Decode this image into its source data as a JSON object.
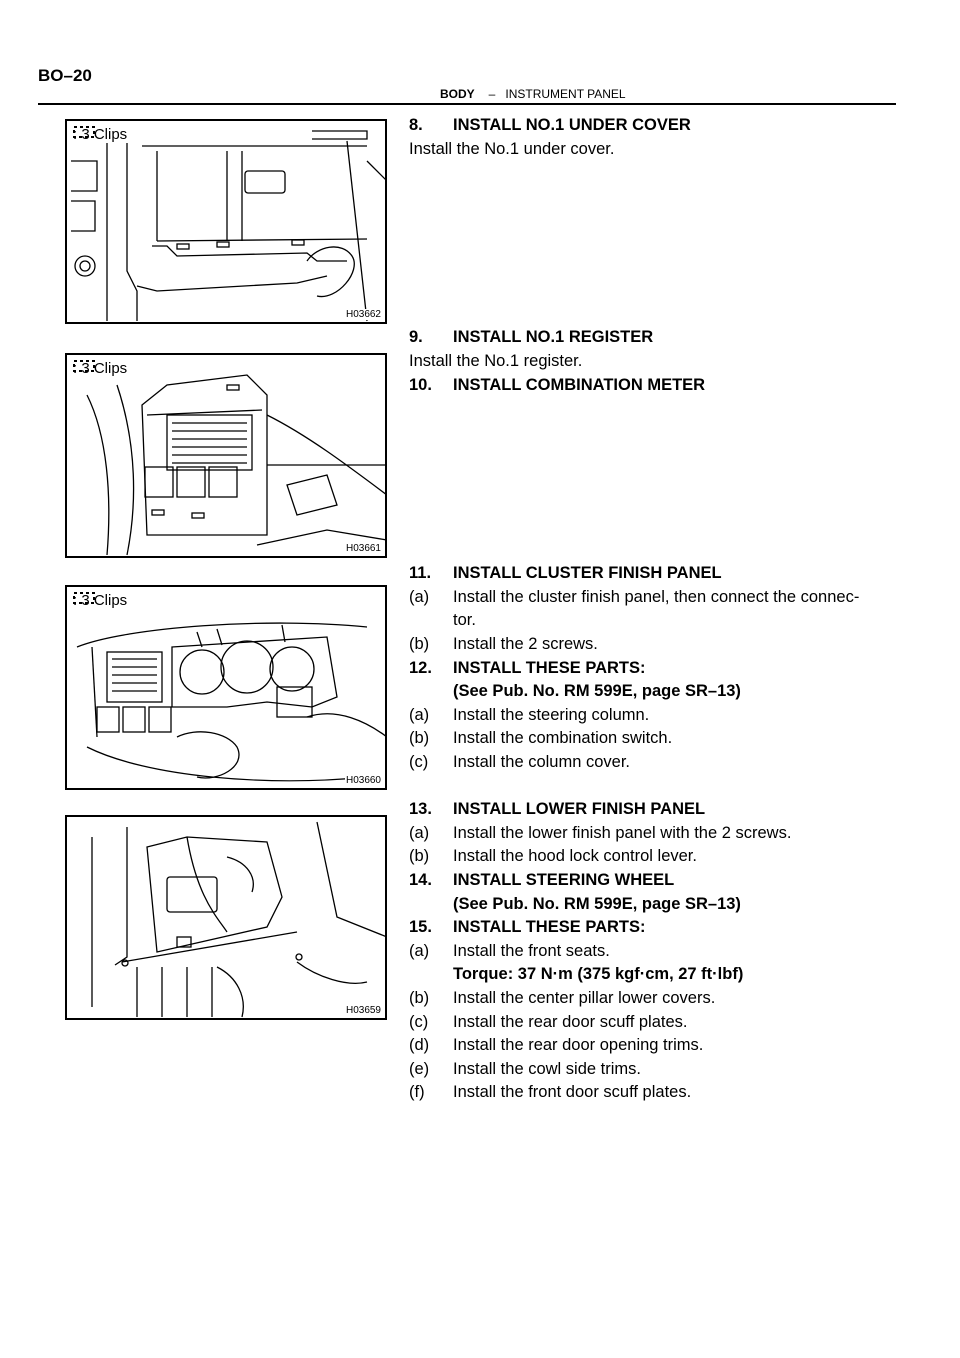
{
  "header": {
    "page_number": "BO–20",
    "section": "BODY",
    "separator": "–",
    "subsection": "INSTRUMENT PANEL"
  },
  "figures": [
    {
      "legend": ": 3 Clips",
      "code": "H03662"
    },
    {
      "legend": ": 3 Clips",
      "code": "H03661"
    },
    {
      "legend": ": 3 Clips",
      "code": "H03660"
    },
    {
      "legend": "",
      "code": "H03659"
    }
  ],
  "steps": {
    "s8": {
      "num": "8.",
      "title": "INSTALL NO.1 UNDER COVER",
      "text": "Install the No.1 under cover."
    },
    "s9": {
      "num": "9.",
      "title": "INSTALL NO.1 REGISTER",
      "text": "Install the No.1 register."
    },
    "s10": {
      "num": "10.",
      "title": "INSTALL COMBINATION METER"
    },
    "s11": {
      "num": "11.",
      "title": "INSTALL CLUSTER FINISH PANEL",
      "a_tag": "(a)",
      "a_text": "Install the cluster finish panel, then connect the connec-",
      "a_cont": "tor.",
      "b_tag": "(b)",
      "b_text": "Install the 2 screws."
    },
    "s12": {
      "num": "12.",
      "title": "INSTALL THESE PARTS:",
      "ref": "(See Pub. No. RM 599E, page SR–13)",
      "a_tag": "(a)",
      "a_text": "Install the steering column.",
      "b_tag": "(b)",
      "b_text": "Install the combination switch.",
      "c_tag": "(c)",
      "c_text": "Install the column cover."
    },
    "s13": {
      "num": "13.",
      "title": "INSTALL LOWER FINISH PANEL",
      "a_tag": "(a)",
      "a_text": "Install the lower finish panel with the 2 screws.",
      "b_tag": "(b)",
      "b_text": "Install the hood lock control lever."
    },
    "s14": {
      "num": "14.",
      "title": "INSTALL STEERING WHEEL",
      "ref": "(See Pub. No. RM 599E, page SR–13)"
    },
    "s15": {
      "num": "15.",
      "title": "INSTALL THESE PARTS:",
      "a_tag": "(a)",
      "a_text": "Install the front seats.",
      "torque": "Torque: 37 N·m (375 kgf·cm, 27 ft·lbf)",
      "b_tag": "(b)",
      "b_text": "Install the center pillar lower covers.",
      "c_tag": "(c)",
      "c_text": "Install the rear door scuff plates.",
      "d_tag": "(d)",
      "d_text": "Install the rear door opening trims.",
      "e_tag": "(e)",
      "e_text": "Install the cowl side trims.",
      "f_tag": "(f)",
      "f_text": "Install the front door scuff plates."
    }
  }
}
